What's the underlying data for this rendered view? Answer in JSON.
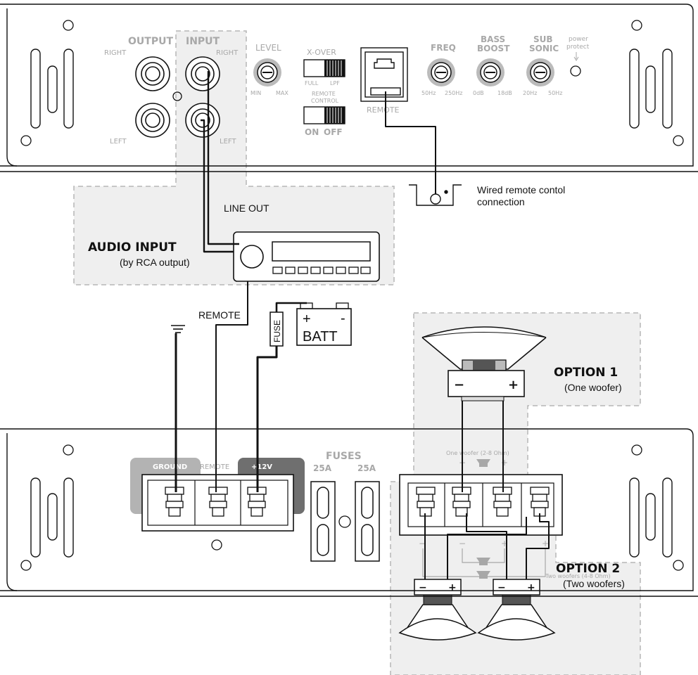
{
  "top_amp": {
    "output_label": "OUTPUT",
    "input_label": "INPUT",
    "right_label": "RIGHT",
    "left_label": "LEFT",
    "level_label": "LEVEL",
    "level_min": "MIN",
    "level_max": "MAX",
    "xover_label": "X-OVER",
    "xover_full": "FULL",
    "xover_lpf": "LPF",
    "remote_control_label": "REMOTE CONTROL",
    "remote_control_label_1": "REMOTE",
    "remote_control_label_2": "CONTROL",
    "on_label": "ON",
    "off_label": "OFF",
    "remote_jack_label": "REMOTE",
    "freq_label": "FREQ",
    "freq_min": "50Hz",
    "freq_max": "250Hz",
    "bass_boost_label_1": "BASS",
    "bass_boost_label_2": "BOOST",
    "bass_min": "0dB",
    "bass_max": "18dB",
    "subsonic_label_1": "SUB",
    "subsonic_label_2": "SONIC",
    "subsonic_min": "20Hz",
    "subsonic_max": "50Hz",
    "power_protect_1": "power",
    "power_protect_2": "protect"
  },
  "middle": {
    "wired_remote_1": "Wired remote contol",
    "wired_remote_2": "connection",
    "line_out": "LINE OUT",
    "audio_input_title": "AUDIO INPUT",
    "audio_input_sub": "(by RCA output)",
    "remote_wire": "REMOTE",
    "fuse": "FUSE",
    "batt": "BATT",
    "batt_plus": "+",
    "batt_minus": "-"
  },
  "options": {
    "option1_title": "OPTION 1",
    "option1_sub": "(One woofer)",
    "option2_title": "OPTION 2",
    "option2_sub": "(Two woofers)",
    "minus": "−",
    "plus": "+"
  },
  "bottom_amp": {
    "ground": "GROUND",
    "remote": "REMOTE",
    "plus12v": "+12V",
    "fuses": "FUSES",
    "fuse_a": "25A",
    "fuse_b": "25A",
    "one_woofer": "One woofer (2-8 Ohm)",
    "two_woofers": "Two woofers (4-8 Ohm)",
    "minus": "−",
    "plus": "+"
  },
  "colors": {
    "line": "#111111",
    "label_gray": "#a8a8a8",
    "zone_fill": "#efefef",
    "zone_border": "#b5b5b5",
    "ground_block": "#b3b3b3",
    "plus12v_block": "#6f6f6f"
  }
}
